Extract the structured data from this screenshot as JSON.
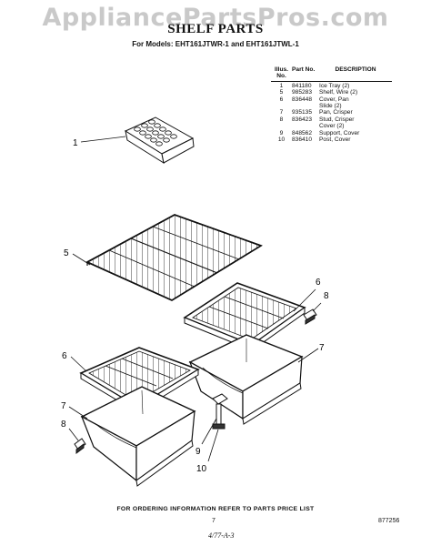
{
  "watermark": "AppliancePartsPros.com",
  "title": "SHELF PARTS",
  "models": "For Models: EHT161JTWR-1 and EHT161JTWL-1",
  "table": {
    "headers": {
      "illus": "Illus. No.",
      "part": "Part No.",
      "desc": "DESCRIPTION"
    },
    "rows": [
      {
        "illus": "1",
        "part": "841180",
        "desc": "Ice Tray (2)"
      },
      {
        "illus": "5",
        "part": "985283",
        "desc": "Shelf, Wire (2)"
      },
      {
        "illus": "6",
        "part": "836448",
        "desc": "Cover, Pan"
      },
      {
        "illus": "",
        "part": "",
        "desc": "Slide (2)"
      },
      {
        "illus": "7",
        "part": "935135",
        "desc": "Pan, Crisper"
      },
      {
        "illus": "8",
        "part": "836423",
        "desc": "Stud, Crisper"
      },
      {
        "illus": "",
        "part": "",
        "desc": "Cover (2)"
      },
      {
        "illus": "9",
        "part": "848562",
        "desc": "Support, Cover"
      },
      {
        "illus": "10",
        "part": "836410",
        "desc": "Post, Cover"
      }
    ]
  },
  "callouts": {
    "c1": "1",
    "c5": "5",
    "c6a": "6",
    "c8a": "8",
    "c6b": "6",
    "c7a": "7",
    "c7b": "7",
    "c8b": "8",
    "c9": "9",
    "c10": "10"
  },
  "footer": "FOR ORDERING INFORMATION REFER TO PARTS PRICE LIST",
  "page_number": "7",
  "doc_number": "877256",
  "hand_note": "4/77-A-3"
}
